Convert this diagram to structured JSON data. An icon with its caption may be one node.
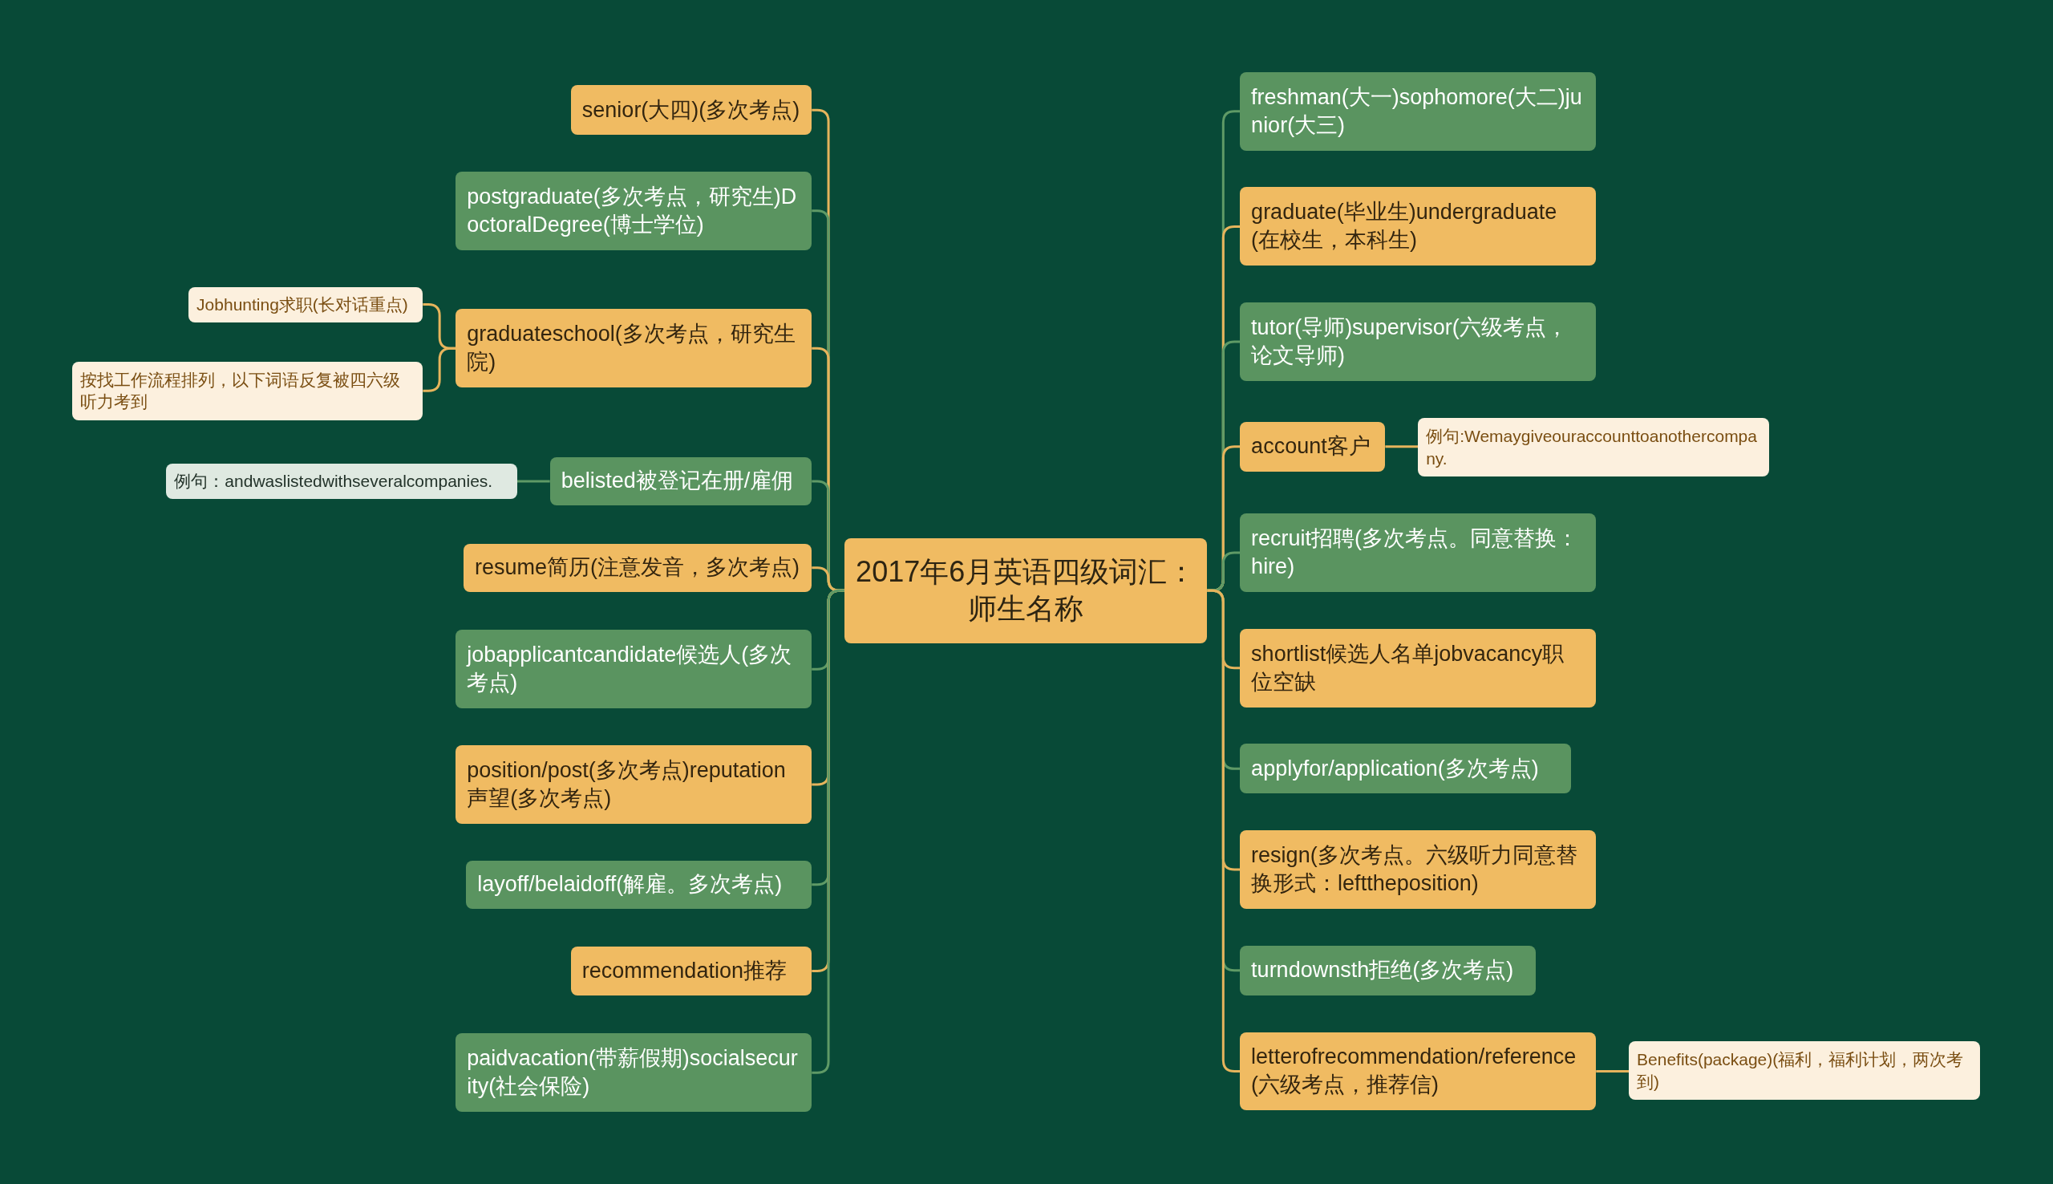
{
  "diagram": {
    "nodes": [
      {
        "text": [
          "2017年6月英语四级词汇：师生名称"
        ]
      },
      {
        "text": [
          "senior(大四)(多次考点)"
        ]
      },
      {
        "text": [
          "postgraduate(多次考点，研究生)DoctoralDegree(博士学位)"
        ]
      },
      {
        "text": [
          "graduateschool(多次考点，研究生院)"
        ]
      },
      {
        "text": [
          "Jobhunting求职(长对话重点)"
        ]
      },
      {
        "text": [
          "按找工作流程排列，以下词语反复被四六级听力考到"
        ]
      },
      {
        "text": [
          "belisted被登记在册/雇佣"
        ]
      },
      {
        "text": [
          "例句：andwaslistedwithseveralcompanies."
        ]
      },
      {
        "text": [
          "resume简历(注意发音，多次考点)"
        ]
      },
      {
        "text": [
          "jobapplicantcandidate候选人(多次考点)"
        ]
      },
      {
        "text": [
          "position/post(多次考点)reputation声望(多次考点)"
        ]
      },
      {
        "text": [
          "layoff/belaidoff(解雇。多次考点)"
        ]
      },
      {
        "text": [
          "recommendation推荐"
        ]
      },
      {
        "text": [
          "paidvacation(带薪假期)socialsecurity(社会保险)"
        ]
      },
      {
        "text": [
          "freshman(大一)sophomore(大二)junior(大三)"
        ]
      },
      {
        "text": [
          "graduate(毕业生)undergraduate(在校生，本科生)"
        ]
      },
      {
        "text": [
          "tutor(导师)supervisor(六级考点，论文导师)"
        ]
      },
      {
        "text": [
          "account客户"
        ]
      },
      {
        "text": [
          "例句:Wemaygiveouraccounttoanothercompany."
        ]
      },
      {
        "text": [
          "recruit招聘(多次考点。同意替换：hire)"
        ]
      },
      {
        "text": [
          "shortlist候选人名单jobvacancy职位空缺"
        ]
      },
      {
        "text": [
          "applyfor/application(多次考点)"
        ]
      },
      {
        "text": [
          "resign(多次考点。六级听力同意替换形式：lefttheposition)"
        ]
      },
      {
        "text": [
          "turndownsth拒绝(多次考点)"
        ]
      },
      {
        "text": [
          "letterofrecommendation/reference(六级考点，推荐信)"
        ]
      },
      {
        "text": [
          "Benefits(package)(福利，福利计划，两次考到)"
        ]
      }
    ],
    "edges": [
      {
        "from": 0,
        "to": 1,
        "arrow": "none"
      },
      {
        "from": 0,
        "to": 2,
        "arrow": "none",
        "color": "#5f9a66"
      },
      {
        "from": 0,
        "to": 3,
        "arrow": "none"
      },
      {
        "from": 3,
        "to": 4,
        "arrow": "none"
      },
      {
        "from": 3,
        "to": 5,
        "arrow": "none"
      },
      {
        "from": 0,
        "to": 6,
        "arrow": "none",
        "color": "#5f9a66"
      },
      {
        "from": 6,
        "to": 7,
        "arrow": "none",
        "color": "#5f9a66"
      },
      {
        "from": 0,
        "to": 8,
        "arrow": "none"
      },
      {
        "from": 0,
        "to": 9,
        "arrow": "none",
        "color": "#5f9a66"
      },
      {
        "from": 0,
        "to": 10,
        "arrow": "none"
      },
      {
        "from": 0,
        "to": 11,
        "arrow": "none",
        "color": "#5f9a66"
      },
      {
        "from": 0,
        "to": 12,
        "arrow": "none"
      },
      {
        "from": 0,
        "to": 13,
        "arrow": "none",
        "color": "#5f9a66"
      },
      {
        "from": 0,
        "to": 14,
        "arrow": "none",
        "color": "#5f9a66"
      },
      {
        "from": 0,
        "to": 15,
        "arrow": "none"
      },
      {
        "from": 0,
        "to": 16,
        "arrow": "none",
        "color": "#5f9a66"
      },
      {
        "from": 0,
        "to": 17,
        "arrow": "none"
      },
      {
        "from": 17,
        "to": 18,
        "arrow": "none"
      },
      {
        "from": 0,
        "to": 19,
        "arrow": "none",
        "color": "#5f9a66"
      },
      {
        "from": 0,
        "to": 20,
        "arrow": "none"
      },
      {
        "from": 0,
        "to": 21,
        "arrow": "none",
        "color": "#5f9a66"
      },
      {
        "from": 0,
        "to": 22,
        "arrow": "none"
      },
      {
        "from": 0,
        "to": 23,
        "arrow": "none",
        "color": "#5f9a66"
      },
      {
        "from": 0,
        "to": 24,
        "arrow": "none"
      },
      {
        "from": 24,
        "to": 25,
        "arrow": "none"
      }
    ]
  }
}
